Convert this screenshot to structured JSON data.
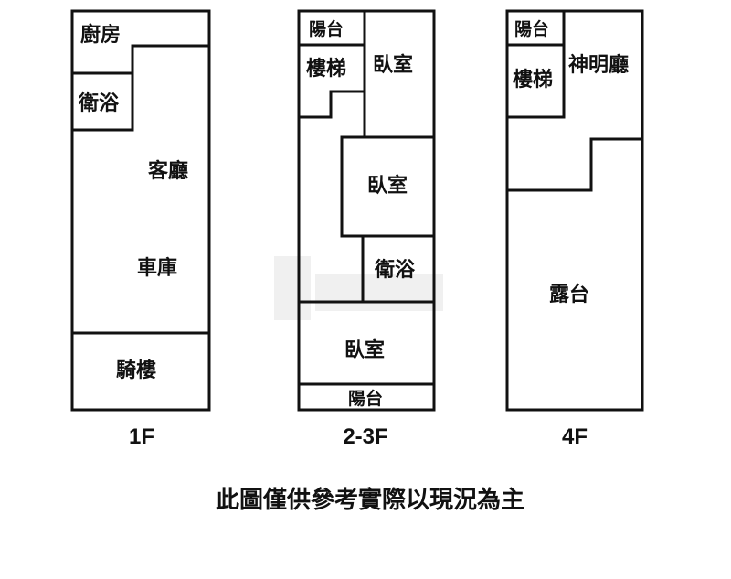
{
  "floors": {
    "f1": {
      "label": "1F",
      "rooms": {
        "kitchen": "廚房",
        "bathroom": "衛浴",
        "living_room": "客廳",
        "garage": "車庫",
        "arcade": "騎樓"
      }
    },
    "f2_3": {
      "label": "2-3F",
      "rooms": {
        "balcony_top": "陽台",
        "stairs": "樓梯",
        "bedroom_top": "臥室",
        "bedroom_middle": "臥室",
        "bathroom": "衛浴",
        "bedroom_bottom": "臥室",
        "balcony_bottom": "陽台"
      }
    },
    "f4": {
      "label": "4F",
      "rooms": {
        "balcony": "陽台",
        "stairs": "樓梯",
        "shrine_room": "神明廳",
        "terrace": "露台"
      }
    }
  },
  "caption": "此圖僅供參考實際以現況為主"
}
